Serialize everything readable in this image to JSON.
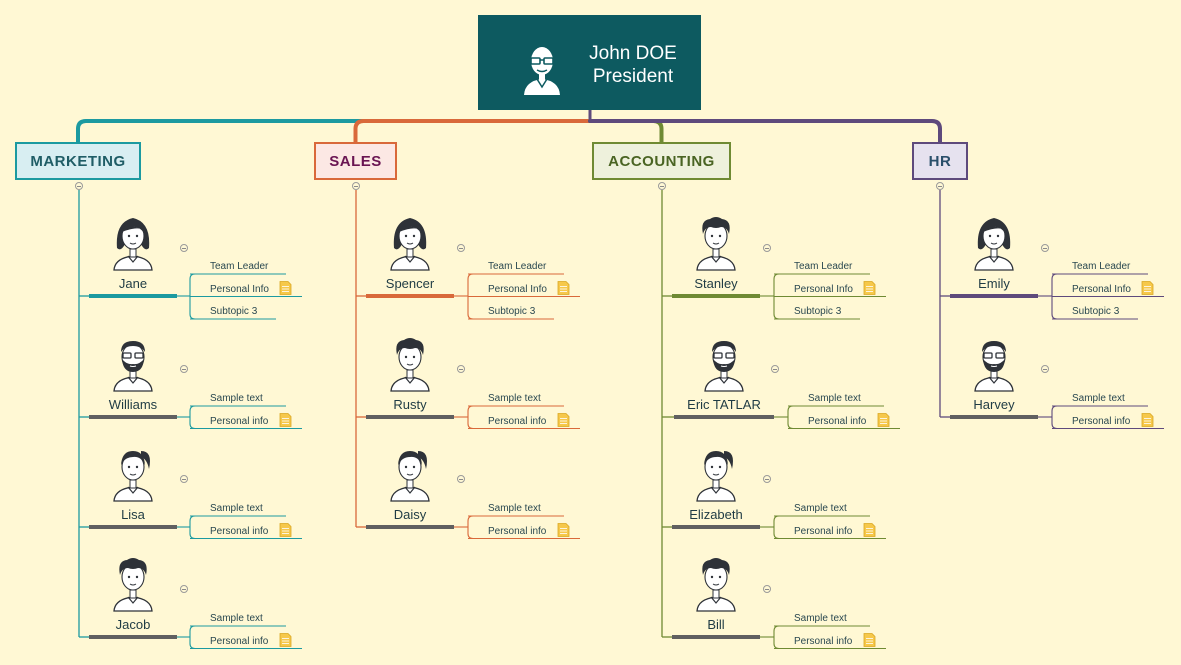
{
  "president": {
    "name": "John DOE",
    "title": "President"
  },
  "colors": {
    "background": "#fff8d4",
    "root": "#0d5a60",
    "marketing": "#1c9aa0",
    "sales": "#d9693a",
    "accounting": "#6f8a33",
    "hr": "#5e4a7c",
    "name_bar": "#606060"
  },
  "departments": [
    {
      "key": "marketing",
      "label": "MARKETING",
      "text_color": "#1f5d66",
      "fill": "#d8eef2",
      "line": "#1c9aa0",
      "people": [
        {
          "name": "Jane",
          "avatar": "female-short-hair",
          "bar": "#1c9aa0",
          "topics": [
            "Team Leader",
            "Personal Info",
            "Subtopic 3"
          ]
        },
        {
          "name": "Williams",
          "avatar": "male-beard-glasses",
          "bar": "#606060",
          "topics": [
            "Sample text",
            "Personal info"
          ]
        },
        {
          "name": "Lisa",
          "avatar": "female-ponytail",
          "bar": "#606060",
          "topics": [
            "Sample text",
            "Personal info"
          ]
        },
        {
          "name": "Jacob",
          "avatar": "male-curly-hair",
          "bar": "#606060",
          "topics": [
            "Sample text",
            "Personal info"
          ]
        }
      ]
    },
    {
      "key": "sales",
      "label": "SALES",
      "text_color": "#6a1452",
      "fill": "#fce8e4",
      "line": "#d9693a",
      "people": [
        {
          "name": "Spencer",
          "avatar": "female-short-hair",
          "bar": "#d9693a",
          "topics": [
            "Team Leader",
            "Personal Info",
            "Subtopic 3"
          ]
        },
        {
          "name": "Rusty",
          "avatar": "male-curly-hair",
          "bar": "#606060",
          "topics": [
            "Sample text",
            "Personal info"
          ]
        },
        {
          "name": "Daisy",
          "avatar": "female-ponytail",
          "bar": "#606060",
          "topics": [
            "Sample text",
            "Personal info"
          ]
        }
      ]
    },
    {
      "key": "accounting",
      "label": "ACCOUNTING",
      "text_color": "#4a6423",
      "fill": "#eef1dc",
      "line": "#6f8a33",
      "people": [
        {
          "name": "Stanley",
          "avatar": "male-curly-hair",
          "bar": "#6f8a33",
          "topics": [
            "Team Leader",
            "Personal Info",
            "Subtopic 3"
          ]
        },
        {
          "name": "Eric TATLAR",
          "avatar": "male-beard-glasses",
          "bar": "#606060",
          "topics": [
            "Sample text",
            "Personal info"
          ]
        },
        {
          "name": "Elizabeth",
          "avatar": "female-ponytail",
          "bar": "#606060",
          "topics": [
            "Sample text",
            "Personal info"
          ]
        },
        {
          "name": "Bill",
          "avatar": "male-curly-hair",
          "bar": "#606060",
          "topics": [
            "Sample text",
            "Personal info"
          ]
        }
      ]
    },
    {
      "key": "hr",
      "label": "HR",
      "text_color": "#2a4f6a",
      "fill": "#e6e2ef",
      "line": "#5e4a7c",
      "people": [
        {
          "name": "Emily",
          "avatar": "female-short-hair",
          "bar": "#5e4a7c",
          "topics": [
            "Team Leader",
            "Personal Info",
            "Subtopic 3"
          ]
        },
        {
          "name": "Harvey",
          "avatar": "male-beard-glasses",
          "bar": "#606060",
          "topics": [
            "Sample text",
            "Personal info"
          ]
        }
      ]
    }
  ]
}
